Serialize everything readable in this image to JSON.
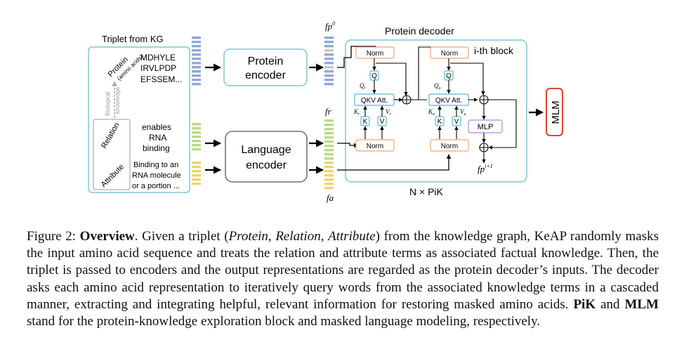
{
  "figure": {
    "triplet_title": "Triplet from KG",
    "labels": {
      "protein": "Protein",
      "amino_acids": "(amino acids)",
      "biological": "Biological",
      "knowledge": "knowledge",
      "relation": "Relation",
      "attribute": "Attribute"
    },
    "sequence": [
      "MDHYLE",
      "IRVLPDP",
      "EFSSEM..."
    ],
    "relation_text": [
      "enables",
      "RNA",
      "binding"
    ],
    "attribute_text": [
      "Binding to an",
      "RNA molecule",
      "or a portion ..."
    ],
    "protein_encoder": [
      "Protein",
      "encoder"
    ],
    "language_encoder": [
      "Language",
      "encoder"
    ],
    "symbols": {
      "f_p0": "fp",
      "f_p0_sup": "0",
      "f_r": "fr",
      "f_a": "fa",
      "f_pi1": "fp",
      "f_pi1_sup": "i+1"
    },
    "decoder_title": "Protein decoder",
    "ith_block": "i-th block",
    "norm": "Norm",
    "q": "Q",
    "k": "K",
    "v": "V",
    "qkv_att": "QKV Att.",
    "mlp": "MLP",
    "mlm": "MLM",
    "n_pik": "N × PiK",
    "qr": "Q",
    "qr_sub": "r",
    "qa": "Q",
    "qa_sub": "a",
    "kr": "K",
    "kr_sub": "r",
    "vr": "V",
    "vr_sub": "r",
    "ka": "K",
    "ka_sub": "a",
    "va": "V",
    "va_sub": "a"
  },
  "caption": {
    "label": "Figure 2:",
    "bold_title": "Overview",
    "p1": ". Given a triplet (",
    "t_protein": "Protein",
    "comma1": ", ",
    "t_relation": "Relation",
    "comma2": ", ",
    "t_attribute": "Attribute",
    "p2": ") from the knowledge graph, KeAP randomly masks the input amino acid sequence and treats the relation and attribute terms as associated factual knowledge. Then, the triplet is passed to encoders and the output representations are regarded as the protein decoder’s inputs. The decoder asks each amino acid representation to iteratively query words from the associated knowledge terms in a cascaded manner, extracting and integrating helpful, relevant information for restoring masked amino acids. ",
    "pik": "PiK",
    "and": " and ",
    "mlm": "MLM",
    "p3": " stand for the protein-knowledge exploration block and masked language modeling, respectively."
  },
  "colors": {
    "box_border": "#7fc7cf",
    "protein_blue": "#8fa8d8",
    "relation_green": "#b9d98a",
    "attribute_yellow": "#f2d36b",
    "mask_gray": "#c8c8c8",
    "norm_border": "#f0a878",
    "qkv_border": "#56b8d0",
    "mlp_border": "#a78cd8",
    "mlm_red": "#d93025"
  }
}
